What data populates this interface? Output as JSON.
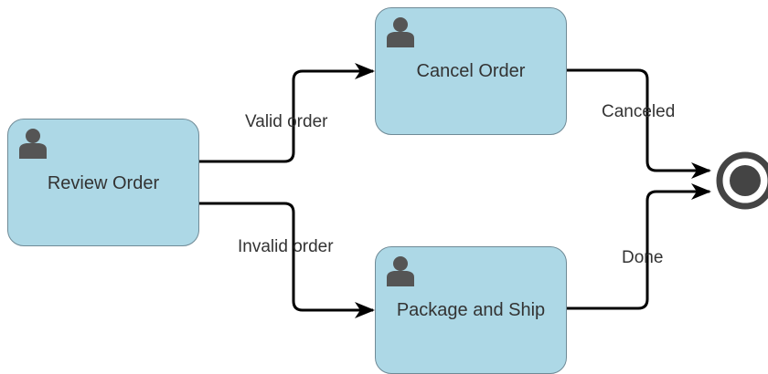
{
  "diagram": {
    "tasks": {
      "review": {
        "label": "Review Order",
        "icon": "user-icon"
      },
      "cancel": {
        "label": "Cancel Order",
        "icon": "user-icon"
      },
      "ship": {
        "label": "Package and Ship",
        "icon": "user-icon"
      }
    },
    "edges": {
      "valid": {
        "label": "Valid order"
      },
      "invalid": {
        "label": "Invalid order"
      },
      "canceled": {
        "label": "Canceled"
      },
      "done": {
        "label": "Done"
      }
    },
    "end_event": {
      "type": "end",
      "icon": "end-event-icon"
    }
  },
  "colors": {
    "task_fill": "#add8e6",
    "task_stroke": "#6f8a96",
    "icon": "#555555",
    "connector": "#000000",
    "text": "#333333",
    "end_event": "#444444"
  }
}
